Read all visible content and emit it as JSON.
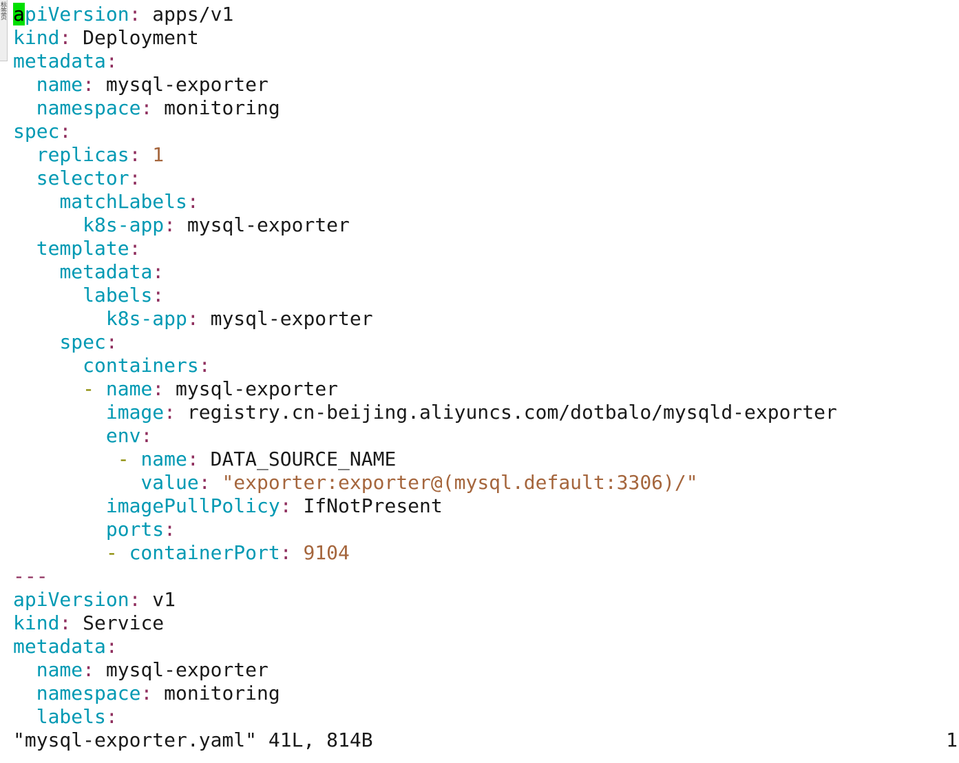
{
  "side_tab": {
    "label": "标签页"
  },
  "editor": {
    "cursor_char": "a",
    "lines": [
      {
        "indent": "",
        "dash": "",
        "key": "piVersion",
        "value": "apps/v1",
        "vtype": "plain",
        "cursor": true
      },
      {
        "indent": "",
        "dash": "",
        "key": "kind",
        "value": "Deployment",
        "vtype": "plain"
      },
      {
        "indent": "",
        "dash": "",
        "key": "metadata",
        "value": "",
        "vtype": "plain"
      },
      {
        "indent": "  ",
        "dash": "",
        "key": "name",
        "value": "mysql-exporter",
        "vtype": "plain"
      },
      {
        "indent": "  ",
        "dash": "",
        "key": "namespace",
        "value": "monitoring",
        "vtype": "plain"
      },
      {
        "indent": "",
        "dash": "",
        "key": "spec",
        "value": "",
        "vtype": "plain"
      },
      {
        "indent": "  ",
        "dash": "",
        "key": "replicas",
        "value": "1",
        "vtype": "num"
      },
      {
        "indent": "  ",
        "dash": "",
        "key": "selector",
        "value": "",
        "vtype": "plain"
      },
      {
        "indent": "    ",
        "dash": "",
        "key": "matchLabels",
        "value": "",
        "vtype": "plain"
      },
      {
        "indent": "      ",
        "dash": "",
        "key": "k8s-app",
        "value": "mysql-exporter",
        "vtype": "plain"
      },
      {
        "indent": "  ",
        "dash": "",
        "key": "template",
        "value": "",
        "vtype": "plain"
      },
      {
        "indent": "    ",
        "dash": "",
        "key": "metadata",
        "value": "",
        "vtype": "plain"
      },
      {
        "indent": "      ",
        "dash": "",
        "key": "labels",
        "value": "",
        "vtype": "plain"
      },
      {
        "indent": "        ",
        "dash": "",
        "key": "k8s-app",
        "value": "mysql-exporter",
        "vtype": "plain"
      },
      {
        "indent": "    ",
        "dash": "",
        "key": "spec",
        "value": "",
        "vtype": "plain"
      },
      {
        "indent": "      ",
        "dash": "",
        "key": "containers",
        "value": "",
        "vtype": "plain"
      },
      {
        "indent": "      ",
        "dash": "- ",
        "key": "name",
        "value": "mysql-exporter",
        "vtype": "plain"
      },
      {
        "indent": "        ",
        "dash": "",
        "key": "image",
        "value": "registry.cn-beijing.aliyuncs.com/dotbalo/mysqld-exporter",
        "vtype": "plain"
      },
      {
        "indent": "        ",
        "dash": "",
        "key": "env",
        "value": "",
        "vtype": "plain"
      },
      {
        "indent": "         ",
        "dash": "- ",
        "key": "name",
        "value": "DATA_SOURCE_NAME",
        "vtype": "plain"
      },
      {
        "indent": "           ",
        "dash": "",
        "key": "value",
        "value": "\"exporter:exporter@(mysql.default:3306)/\"",
        "vtype": "str"
      },
      {
        "indent": "        ",
        "dash": "",
        "key": "imagePullPolicy",
        "value": "IfNotPresent",
        "vtype": "plain"
      },
      {
        "indent": "        ",
        "dash": "",
        "key": "ports",
        "value": "",
        "vtype": "plain"
      },
      {
        "indent": "        ",
        "dash": "- ",
        "key": "containerPort",
        "value": "9104",
        "vtype": "num"
      },
      {
        "separator": "---"
      },
      {
        "indent": "",
        "dash": "",
        "key": "apiVersion",
        "value": "v1",
        "vtype": "plain"
      },
      {
        "indent": "",
        "dash": "",
        "key": "kind",
        "value": "Service",
        "vtype": "plain"
      },
      {
        "indent": "",
        "dash": "",
        "key": "metadata",
        "value": "",
        "vtype": "plain"
      },
      {
        "indent": "  ",
        "dash": "",
        "key": "name",
        "value": "mysql-exporter",
        "vtype": "plain"
      },
      {
        "indent": "  ",
        "dash": "",
        "key": "namespace",
        "value": "monitoring",
        "vtype": "plain"
      },
      {
        "indent": "  ",
        "dash": "",
        "key": "labels",
        "value": "",
        "vtype": "plain"
      }
    ]
  },
  "status_bar": {
    "file_info": "\"mysql-exporter.yaml\" 41L, 814B",
    "position": "1"
  },
  "colors": {
    "key": "#0099b3",
    "colon": "#8f2f5e",
    "string": "#a5663d",
    "number": "#a5663d",
    "list_dash": "#8a8a00",
    "cursor": "#00e000"
  }
}
